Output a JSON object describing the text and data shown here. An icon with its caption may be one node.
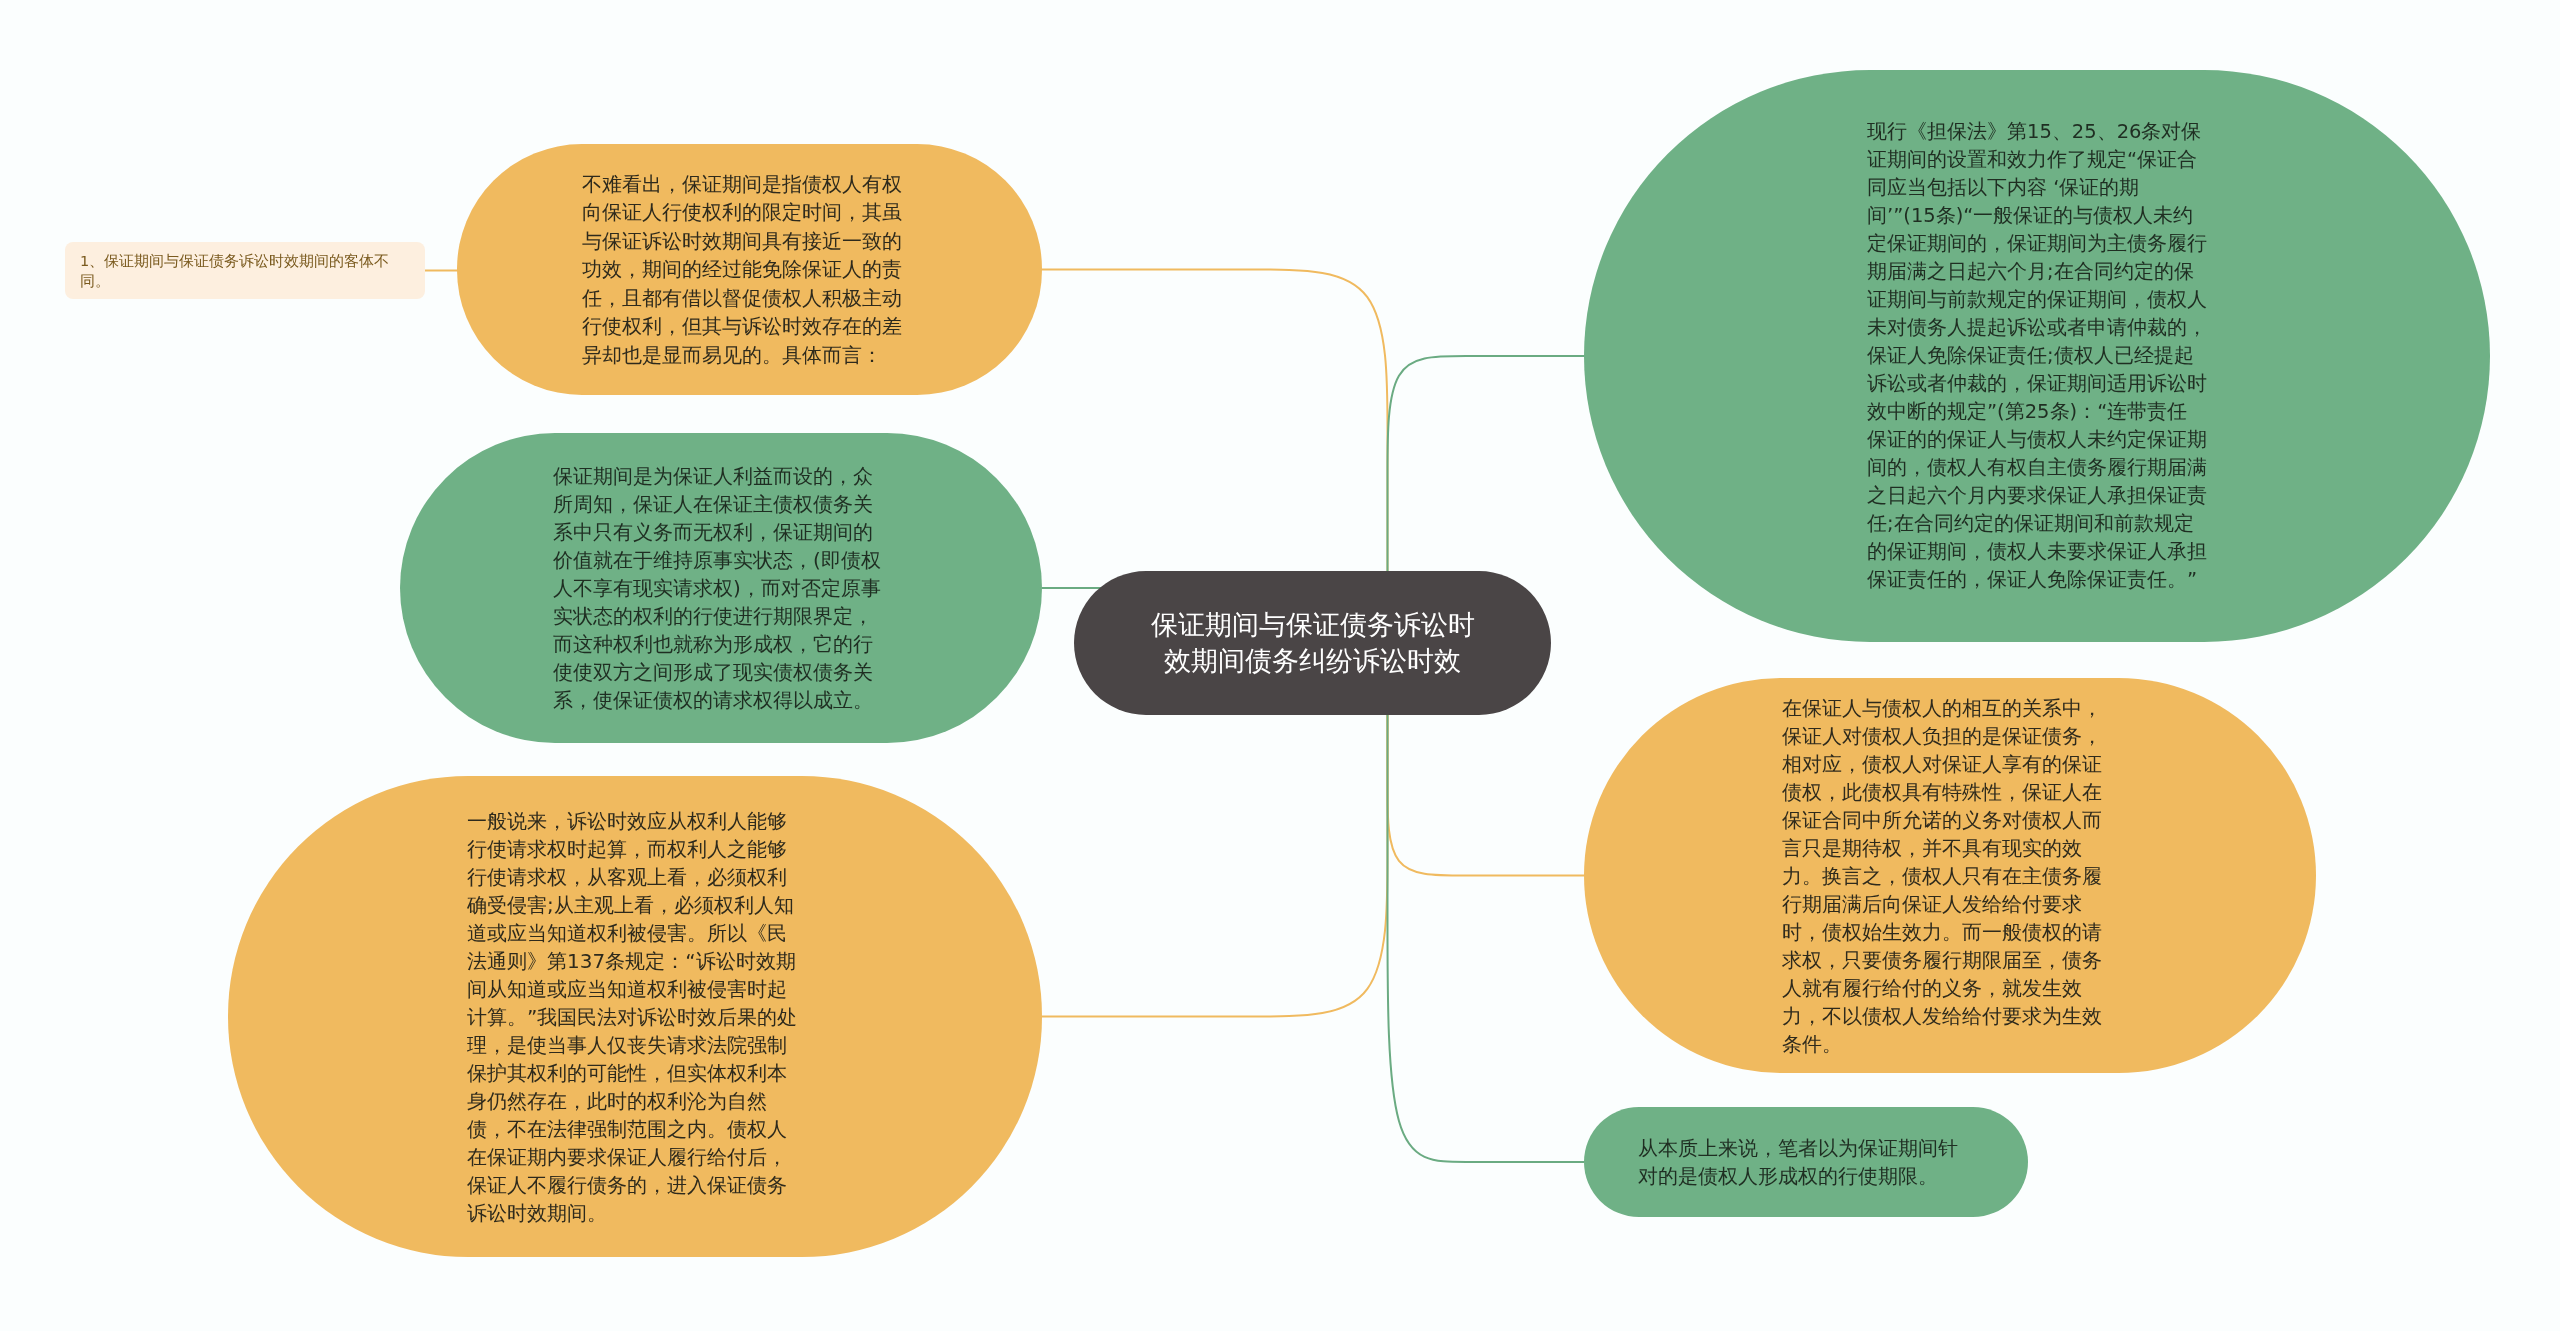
{
  "diagram": {
    "nodes": [
      {
        "text": [
          "保证期间与保证债务诉讼时效期间债务纠纷诉讼时效"
        ]
      },
      {
        "text": [
          "不难看出，保证期间是指债权人有权向保证人行使权利的限定时间，其虽与保证诉讼时效期间具有接近一致的功效，期间的经过能免除保证人的责任，且都有借以督促债权人积极主动行使权利，但其与诉讼时效存在的差异却也是显而易见的。具体而言："
        ]
      },
      {
        "text": [
          "1、保证期间与保证债务诉讼时效期间的客体不同。"
        ]
      },
      {
        "text": [
          "保证期间是为保证人利益而设的，众所周知，保证人在保证主债权债务关系中只有义务而无权利，保证期间的价值就在于维持原事实状态，(即债权人不享有现实请求权)，而对否定原事实状态的权利的行使进行期限界定，而这种权利也就称为形成权，它的行使使双方之间形成了现实债权债务关系，使保证债权的请求权得以成立。"
        ]
      },
      {
        "text": [
          "一般说来，诉讼时效应从权利人能够行使请求权时起算，而权利人之能够行使请求权，从客观上看，必须权利确受侵害;从主观上看，必须权利人知道或应当知道权利被侵害。所以《民法通则》第137条规定：“诉讼时效期间从知道或应当知道权利被侵害时起计算。”我国民法对诉讼时效后果的处理，是使当事人仅丧失请求法院强制保护其权利的可能性，但实体权利本身仍然存在，此时的权利沦为自然债，不在法律强制范围之内。债权人在保证期内要求保证人履行给付后，保证人不履行债务的，进入保证债务诉讼时效期间。"
        ]
      },
      {
        "text": [
          "现行《担保法》第15、25、26条对保证期间的设置和效力作了规定“保证合同应当包括以下内容 ‘保证的期间’”(15条)“一般保证的与债权人未约定保证期间的，保证期间为主债务履行期届满之日起六个月;在合同约定的保证期间与前款规定的保证期间，债权人未对债务人提起诉讼或者申请仲裁的，保证人免除保证责任;债权人已经提起诉讼或者仲裁的，保证期间适用诉讼时效中断的规定”(第25条)：“连带责任保证的的保证人与债权人未约定保证期间的，债权人有权自主债务履行期届满之日起六个月内要求保证人承担保证责任;在合同约定的保证期间和前款规定的保证期间，债权人未要求保证人承担保证责任的，保证人免除保证责任。”"
        ]
      },
      {
        "text": [
          "在保证人与债权人的相互的关系中，保证人对债权人负担的是保证债务，相对应，债权人对保证人享有的保证债权，此债权具有特殊性，保证人在保证合同中所允诺的义务对债权人而言只是期待权，并不具有现实的效力。换言之，债权人只有在主债务履行期届满后向保证人发给给付要求时，债权始生效力。而一般债权的请求权，只要债务履行期限届至，债务人就有履行给付的义务，就发生效力，不以债权人发给给付要求为生效条件。"
        ]
      },
      {
        "text": [
          "从本质上来说，笔者以为保证期间针对的是债权人形成权的行使期限。"
        ]
      }
    ],
    "edges": [
      {
        "from": 0,
        "to": 1,
        "arrow": "none"
      },
      {
        "from": 1,
        "to": 2,
        "arrow": "none"
      },
      {
        "from": 0,
        "to": 3,
        "arrow": "none",
        "color": "#6aab82"
      },
      {
        "from": 0,
        "to": 4,
        "arrow": "none"
      },
      {
        "from": 0,
        "to": 5,
        "arrow": "none",
        "color": "#6aab82"
      },
      {
        "from": 0,
        "to": 6,
        "arrow": "none"
      },
      {
        "from": 0,
        "to": 7,
        "arrow": "none",
        "color": "#6aab82"
      }
    ]
  }
}
